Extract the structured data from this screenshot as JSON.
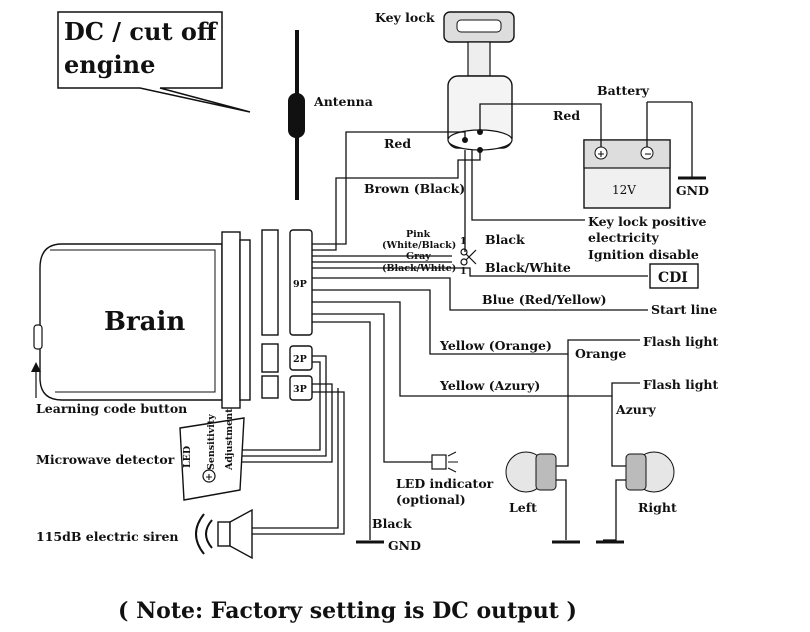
{
  "callout": {
    "line1": "DC / cut off",
    "line2": "engine"
  },
  "brain": {
    "label": "Brain",
    "ports": {
      "p9": "9P",
      "p2": "2P",
      "p3": "3P"
    }
  },
  "labels": {
    "key_lock": "Key lock",
    "antenna": "Antenna",
    "battery": "Battery",
    "battery_voltage": "12V",
    "gnd_battery": "GND",
    "red_top": "Red",
    "red_battery": "Red",
    "brown_black": "Brown (Black)",
    "pink": "Pink",
    "white_black": "(White/Black)",
    "gray": "Gray",
    "black_white_paren": "(Black/White)",
    "black": "Black",
    "black_white": "Black/White",
    "key_positive_1": "Key lock positive",
    "key_positive_2": "electricity",
    "ignition_disable": "Ignition disable",
    "cdi": "CDI",
    "blue": "Blue (Red/Yellow)",
    "start_line": "Start line",
    "yellow_orange": "Yellow (Orange)",
    "orange": "Orange",
    "flash_light_1": "Flash light",
    "yellow_azury": "Yellow (Azury)",
    "flash_light_2": "Flash light",
    "azury": "Azury",
    "learning_button": "Learning code button",
    "microwave": "Microwave detector",
    "mw_led": "LED",
    "mw_sensitivity": "Sensitivity",
    "mw_adjustment": "Adjustment",
    "led_indicator_1": "LED indicator",
    "led_indicator_2": "(optional)",
    "left": "Left",
    "right": "Right",
    "siren": "115dB electric siren",
    "black_gnd_label": "Black",
    "gnd_bottom": "GND",
    "switch_1": "1",
    "switch_2": "1"
  },
  "note": "( Note: Factory setting is DC output )",
  "colors": {
    "line": "#111111",
    "background": "#ffffff",
    "bulb": "#e6e6e6",
    "battery_fill": "#f0f0f0"
  }
}
